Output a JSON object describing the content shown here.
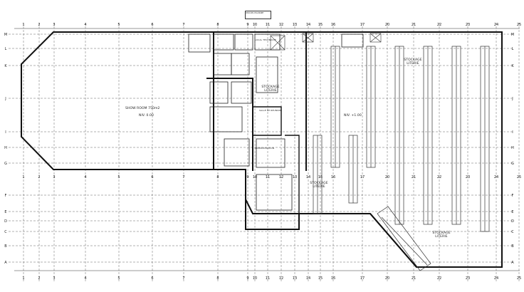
{
  "title_block": {
    "text": "REZ-DE-CHAUSSEE"
  },
  "grid": {
    "columns": [
      "1",
      "2",
      "3",
      "4",
      "5",
      "6",
      "7",
      "8",
      "9",
      "10",
      "11",
      "12",
      "13",
      "14",
      "15",
      "16",
      "17",
      "20",
      "21",
      "22",
      "23",
      "24",
      "25"
    ],
    "rows": [
      "M",
      "L",
      "K",
      "J",
      "I",
      "H",
      "G",
      "F",
      "E",
      "D",
      "C",
      "B",
      "A"
    ]
  },
  "rooms": {
    "show_room": "SHOW ROOM 750m2",
    "show_room_level": "NIV. 0.00",
    "stockage_1": "STOCKAGE LITERIE",
    "stockage_2": "STOCKAGE LITERIE",
    "stockage_3": "STOCKAGE LITERIE",
    "stockage_4": "STOCKAGE LITERIE",
    "warehouse_level": "NIV. +1.00",
    "administration": "ADMINISTRATION",
    "salle_reunion": "SALLE DE REUNION",
    "local_technique": "LOCAL TECHNIQUE"
  },
  "colors": {
    "ink": "#111111",
    "grid": "#555555",
    "paper": "#ffffff"
  }
}
